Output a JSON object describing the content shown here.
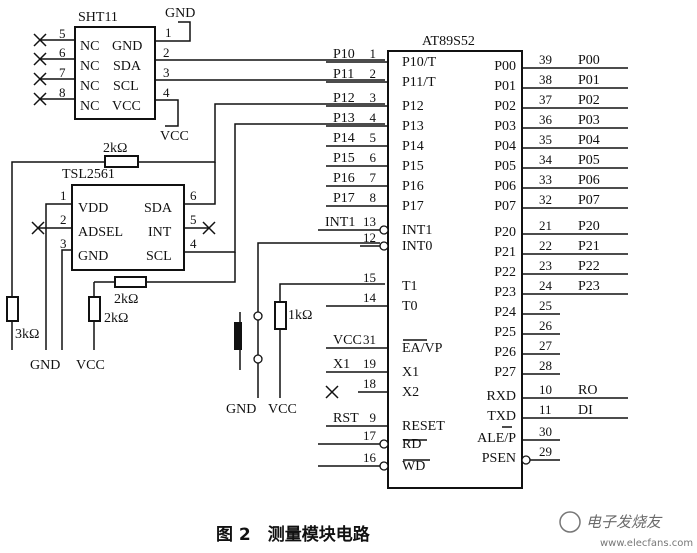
{
  "figure_caption": "图 2　测量模块电路",
  "watermark": "电子发烧友",
  "watermark_url": "www.elecfans.com",
  "sht11": {
    "name": "SHT11",
    "supply_top": "GND",
    "supply_bottom": "VCC",
    "left_pins": [
      {
        "num": "5",
        "label": "NC"
      },
      {
        "num": "6",
        "label": "NC"
      },
      {
        "num": "7",
        "label": "NC"
      },
      {
        "num": "8",
        "label": "NC"
      }
    ],
    "right_pins": [
      {
        "num": "1",
        "label": "GND"
      },
      {
        "num": "2",
        "label": "SDA"
      },
      {
        "num": "3",
        "label": "SCL"
      },
      {
        "num": "4",
        "label": "VCC"
      }
    ]
  },
  "tsl2561": {
    "name": "TSL2561",
    "left_pins": [
      {
        "num": "1",
        "label": "VDD"
      },
      {
        "num": "2",
        "label": "ADSEL"
      },
      {
        "num": "3",
        "label": "GND"
      }
    ],
    "right_pins": [
      {
        "num": "6",
        "label": "SDA"
      },
      {
        "num": "5",
        "label": "INT"
      },
      {
        "num": "4",
        "label": "SCL"
      }
    ],
    "resistor_top": "2kΩ",
    "resistor_mid": "2kΩ",
    "resistor_vert": "2kΩ",
    "resistor_left": "3kΩ",
    "gnd": "GND",
    "vcc": "VCC"
  },
  "reset": {
    "resistor": "1kΩ",
    "gnd": "GND",
    "vcc": "VCC"
  },
  "mcu": {
    "name": "AT89S52",
    "left_pins": [
      {
        "net": "P10",
        "num": "1",
        "label": "P10/T"
      },
      {
        "net": "P11",
        "num": "2",
        "label": "P11/T"
      },
      {
        "net": "P12",
        "num": "3",
        "label": "P12"
      },
      {
        "net": "P13",
        "num": "4",
        "label": "P13"
      },
      {
        "net": "P14",
        "num": "5",
        "label": "P14"
      },
      {
        "net": "P15",
        "num": "6",
        "label": "P15"
      },
      {
        "net": "P16",
        "num": "7",
        "label": "P16"
      },
      {
        "net": "P17",
        "num": "8",
        "label": "P17"
      },
      {
        "net": "INT1",
        "num": "13",
        "label": "INT1"
      },
      {
        "net": "",
        "num": "12",
        "label": "INT0"
      },
      {
        "net": "",
        "num": "15",
        "label": "T1"
      },
      {
        "net": "",
        "num": "14",
        "label": "T0"
      },
      {
        "net": "VCC",
        "num": "31",
        "label": "EA/VP"
      },
      {
        "net": "X1",
        "num": "19",
        "label": "X1"
      },
      {
        "net": "",
        "num": "18",
        "label": "X2"
      },
      {
        "net": "RST",
        "num": "9",
        "label": "RESET"
      },
      {
        "net": "",
        "num": "17",
        "label": "RD"
      },
      {
        "net": "",
        "num": "16",
        "label": "WD"
      }
    ],
    "right_pins": [
      {
        "label": "P00",
        "num": "39",
        "net": "P00"
      },
      {
        "label": "P01",
        "num": "38",
        "net": "P01"
      },
      {
        "label": "P02",
        "num": "37",
        "net": "P02"
      },
      {
        "label": "P03",
        "num": "36",
        "net": "P03"
      },
      {
        "label": "P04",
        "num": "35",
        "net": "P04"
      },
      {
        "label": "P05",
        "num": "34",
        "net": "P05"
      },
      {
        "label": "P06",
        "num": "33",
        "net": "P06"
      },
      {
        "label": "P07",
        "num": "32",
        "net": "P07"
      },
      {
        "label": "P20",
        "num": "21",
        "net": "P20"
      },
      {
        "label": "P21",
        "num": "22",
        "net": "P21"
      },
      {
        "label": "P22",
        "num": "23",
        "net": "P22"
      },
      {
        "label": "P23",
        "num": "24",
        "net": "P23"
      },
      {
        "label": "P24",
        "num": "25",
        "net": ""
      },
      {
        "label": "P25",
        "num": "26",
        "net": ""
      },
      {
        "label": "P26",
        "num": "27",
        "net": ""
      },
      {
        "label": "P27",
        "num": "28",
        "net": ""
      },
      {
        "label": "RXD",
        "num": "10",
        "net": "RO"
      },
      {
        "label": "TXD",
        "num": "11",
        "net": "DI"
      },
      {
        "label": "ALE/P",
        "num": "30",
        "net": ""
      },
      {
        "label": "PSEN",
        "num": "29",
        "net": ""
      }
    ]
  }
}
